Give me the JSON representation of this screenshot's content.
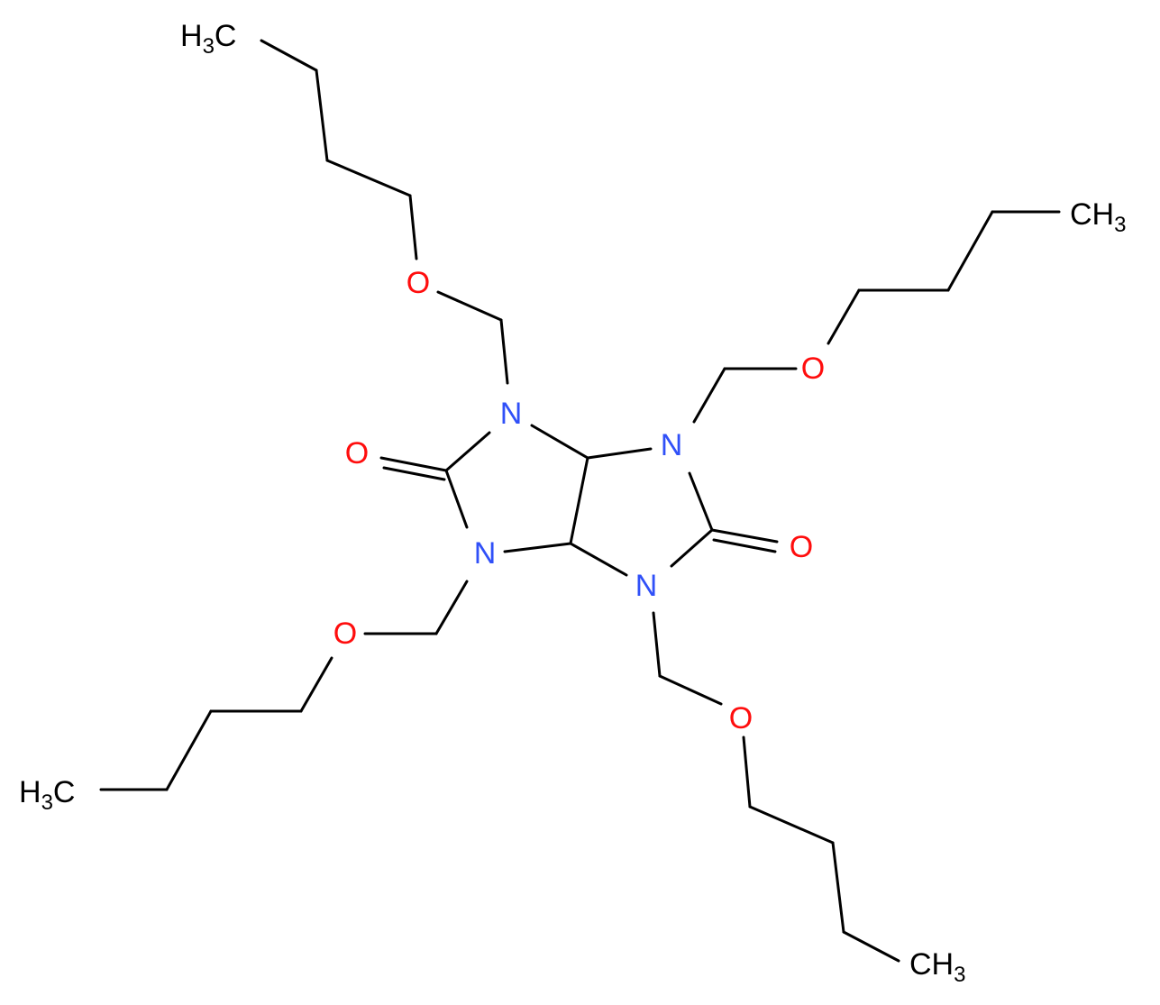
{
  "molecule": {
    "colors": {
      "bond": "#000000",
      "N": "#3050F8",
      "O": "#FF0D0D",
      "C": "#000000"
    },
    "atom_labels": {
      "n_top_left": "N",
      "n_top_right": "N",
      "n_bottom_left": "N",
      "n_bottom_right": "N",
      "o_carbonyl_left": "O",
      "o_carbonyl_right": "O",
      "o_ether_top": "O",
      "o_ether_right": "O",
      "o_ether_bottom_left": "O",
      "o_ether_bottom_right": "O"
    },
    "methyl_groups": {
      "top": {
        "main": "H",
        "sub": "3",
        "tail": "C"
      },
      "right": {
        "main": "CH",
        "sub": "3"
      },
      "bottom_left": {
        "main": "H",
        "sub": "3",
        "tail": "C"
      },
      "bottom_right": {
        "main": "CH",
        "sub": "3"
      }
    }
  }
}
